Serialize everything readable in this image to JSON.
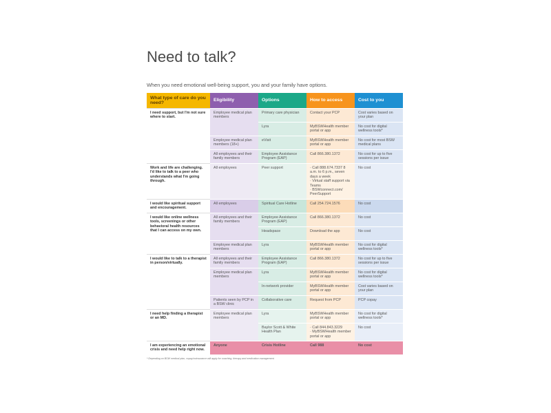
{
  "title": "Need to talk?",
  "subtitle": "When you need emotional well-being support, you and your family have options.",
  "headers": [
    {
      "label": "What type of care do you need?",
      "color": "#f5b700",
      "text": "#5a3b00"
    },
    {
      "label": "Eligibility",
      "color": "#8e5fae",
      "text": "#ffffff"
    },
    {
      "label": "Options",
      "color": "#1ba888",
      "text": "#ffffff"
    },
    {
      "label": "How to access",
      "color": "#f7941d",
      "text": "#ffffff"
    },
    {
      "label": "Cost to you",
      "color": "#1e90d2",
      "text": "#ffffff"
    }
  ],
  "sections": [
    {
      "question": "I need support, but I'm not sure where to start.",
      "shade": "",
      "groups": [
        {
          "eligibility": "Employee medical plan members",
          "options": [
            {
              "option": "Primary care physician",
              "access": "Contact your PCP",
              "cost": "Cost varies based on your plan"
            },
            {
              "option": "Lyra",
              "access": "MyBSWHealth member portal or app",
              "cost": "No cost for digital wellness tools*"
            }
          ]
        },
        {
          "eligibility": "Employee medical plan members (18+)",
          "options": [
            {
              "option": "eVisit",
              "access": "MyBSWHealth member portal or app",
              "cost": "No cost for most BSW medical plans"
            }
          ]
        },
        {
          "eligibility": "All employees and their family members",
          "options": [
            {
              "option": "Employee Assistance Program (EAP)",
              "access": "Call 866.380.1372",
              "cost": "No cost for up to five sessions per issue"
            }
          ]
        }
      ]
    },
    {
      "question": "Work and life are challenging. I'd like to talk to a peer who understands what I'm going through.",
      "shade": "light",
      "groups": [
        {
          "eligibility": "All employees",
          "options": [
            {
              "option": "Peer support",
              "access_list": [
                "Call 888.674.7337 8 a.m. to 6 p.m., seven days a week",
                "Virtual staff support via Teams",
                "BSWconnect.com/ PeerSupport"
              ],
              "cost": "No cost"
            }
          ]
        }
      ]
    },
    {
      "question": "I would like spiritual support and encouragement.",
      "shade": "dark",
      "groups": [
        {
          "eligibility": "All employees",
          "options": [
            {
              "option": "Spiritual Care Hotline",
              "access": "Call 254.724.1576",
              "cost": "No cost"
            }
          ]
        }
      ]
    },
    {
      "question": "I would like online wellness tools, screenings or other behavioral health resources that I can access on my own.",
      "shade": "",
      "groups": [
        {
          "eligibility": "All employees and their family members",
          "options": [
            {
              "option": "Employee Assistance Program (EAP)",
              "access": "Call 866.380.1372",
              "cost": "No cost"
            },
            {
              "option": "Headspace",
              "access": "Download the app",
              "cost": "No cost"
            }
          ]
        },
        {
          "eligibility": "Employee medical plan members",
          "options": [
            {
              "option": "Lyra",
              "access": "MyBSWHealth member portal or app",
              "cost": "No cost for digital wellness tools*"
            }
          ]
        }
      ]
    },
    {
      "question": "I would like to talk to a therapist in person/virtually.",
      "shade": "",
      "groups": [
        {
          "eligibility": "All employees and their family members",
          "options": [
            {
              "option": "Employee Assistance Program (EAP)",
              "access": "Call 866.380.1372",
              "cost": "No cost for up to five sessions per issue"
            }
          ]
        },
        {
          "eligibility": "Employee medical plan members",
          "options": [
            {
              "option": "Lyra",
              "access": "MyBSWHealth member portal or app",
              "cost": "No cost for digital wellness tools*"
            },
            {
              "option": "In-network provider",
              "access": "MyBSWHealth member portal or app",
              "cost": "Cost varies based on your plan"
            }
          ]
        },
        {
          "eligibility": "Patients seen by PCP in a BSW clinic",
          "options": [
            {
              "option": "Collaborative care",
              "access": "Request from PCP",
              "cost": "PCP copay"
            }
          ]
        }
      ]
    },
    {
      "question": "I need help finding a therapist or an MD.",
      "shade": "light",
      "groups": [
        {
          "eligibility": "Employee medical plan members",
          "options": [
            {
              "option": "Lyra",
              "access": "MyBSWHealth member portal or app",
              "cost": "No cost for digital wellness tools*"
            },
            {
              "option": "Baylor Scott & White Health Plan",
              "access_list": [
                "Call 844.843.3229",
                "MyBSWHealth member portal or app"
              ],
              "cost": "No cost"
            }
          ]
        }
      ]
    },
    {
      "question": "I am experiencing an emotional crisis and need help right now.",
      "shade": "crisis",
      "groups": [
        {
          "eligibility": "Anyone",
          "options": [
            {
              "option": "Crisis Hotline",
              "access": "Call 988",
              "cost": "No cost"
            }
          ]
        }
      ]
    }
  ],
  "footnote": "* Depending on BSW medical plan, copay/coinsurance will apply for coaching, therapy and medication management."
}
